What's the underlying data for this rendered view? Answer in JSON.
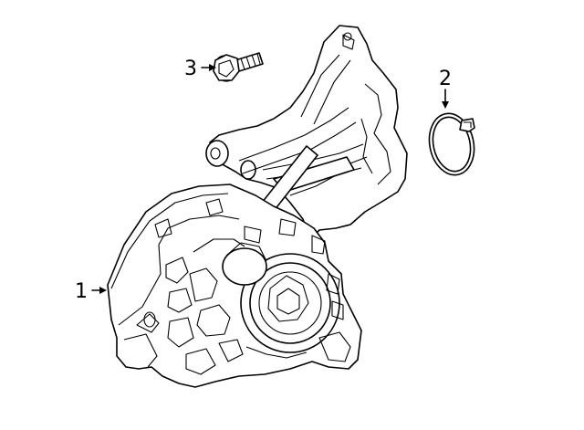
{
  "callouts": [
    {
      "id": "1",
      "label": "1",
      "part_icon": "pump-housing-icon"
    },
    {
      "id": "2",
      "label": "2",
      "part_icon": "seal-ring-icon"
    },
    {
      "id": "3",
      "label": "3",
      "part_icon": "flange-bolt-icon"
    }
  ],
  "colors": {
    "line": "#000000",
    "background": "#ffffff"
  }
}
